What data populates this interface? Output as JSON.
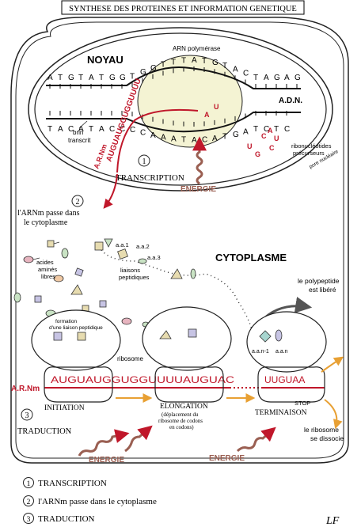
{
  "title": "SYNTHESE DES PROTEINES ET INFORMATION GENETIQUE",
  "nucleus": {
    "label": "NOYAU",
    "rna_polymerase": "ARN polymérase",
    "dna_label": "A.D.N.",
    "top_strand": [
      "A",
      "T",
      "G",
      "T",
      "A",
      "T",
      "G",
      "G",
      "T",
      "G",
      "G",
      "T",
      "T",
      "T",
      "A",
      "T",
      "G",
      "T",
      "A",
      "C",
      "T",
      "A",
      "G",
      "A",
      "G"
    ],
    "bottom_strand": [
      "T",
      "A",
      "C",
      "A",
      "T",
      "A",
      "C",
      "C",
      "C",
      "C",
      "A",
      "A",
      "A",
      "T",
      "A",
      "C",
      "A",
      "T",
      "G",
      "A",
      "T",
      "C",
      "T",
      "C"
    ],
    "transcribed_strand": "brin transcrit",
    "mrna_label": "A.R.Nm",
    "mrna_seq": "AUGUAUGGUGGUUUU",
    "ribonucleotides": "ribonucléotides précurseurs",
    "pore": "pore nucléaire"
  },
  "steps": [
    {
      "num": "1",
      "label": "TRANSCRIPTION"
    },
    {
      "num": "2",
      "label": "l'ARNm passe dans le cytoplasme"
    },
    {
      "num": "3",
      "label": "TRADUCTION"
    }
  ],
  "energy_label": "ENERGIE",
  "cytoplasm": {
    "label": "CYTOPLASME",
    "aa1": "a.a.1",
    "aa2": "a.a.2",
    "aa3": "a.a.3",
    "free_aa": "acides aminés libres",
    "peptide_bonds": "liaisons peptidiques",
    "polypeptide_released": "le polypeptide est libéré",
    "aan1": "a.a.n-1",
    "aan": "a.a.n",
    "bond_formation": "formation d'une liaison peptidique",
    "ribosome": "ribosome",
    "arnm": "A.R.Nm",
    "mrna_codons": "AUGUAUGGUGGUUUUAUGUAC",
    "mrna_end": "UUGUAA",
    "initiation": "INITIATION",
    "elongation": "ELONGATION",
    "elongation_detail": "(déplacement du ribosome de codons en codons)",
    "termination": "TERMINAISON",
    "stop": "STOP",
    "ribosome_dissociates": "le ribosome se dissocie"
  },
  "signature": "LF",
  "colors": {
    "red": "#c0172a",
    "orange": "#e8a033",
    "energy_brown": "#9a5f52",
    "nucleus_fill": "#f4f3d3"
  }
}
